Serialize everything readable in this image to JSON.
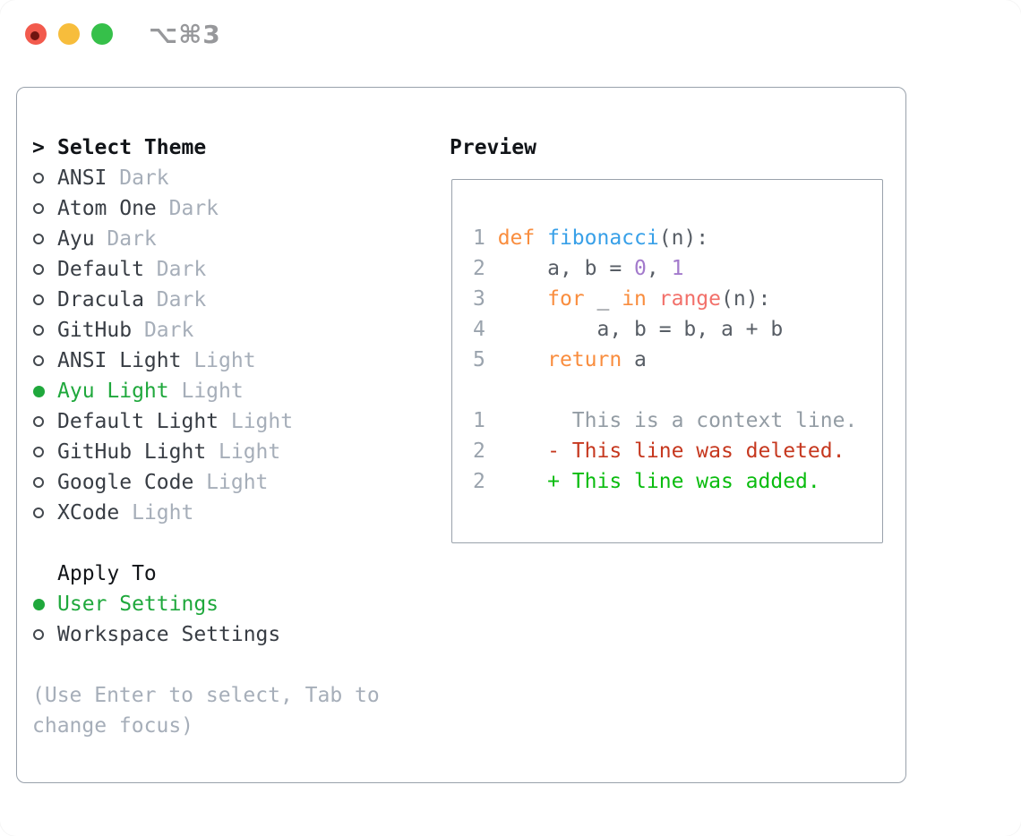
{
  "window": {
    "title": "⌥⌘3"
  },
  "theme_panel": {
    "header_marker": ">",
    "header": "Select Theme",
    "items": [
      {
        "label": "ANSI",
        "tag": "Dark",
        "selected": false
      },
      {
        "label": "Atom One",
        "tag": "Dark",
        "selected": false
      },
      {
        "label": "Ayu",
        "tag": "Dark",
        "selected": false
      },
      {
        "label": "Default",
        "tag": "Dark",
        "selected": false
      },
      {
        "label": "Dracula",
        "tag": "Dark",
        "selected": false
      },
      {
        "label": "GitHub",
        "tag": "Dark",
        "selected": false
      },
      {
        "label": "ANSI Light",
        "tag": "Light",
        "selected": false
      },
      {
        "label": "Ayu Light",
        "tag": "Light",
        "selected": true
      },
      {
        "label": "Default Light",
        "tag": "Light",
        "selected": false
      },
      {
        "label": "GitHub Light",
        "tag": "Light",
        "selected": false
      },
      {
        "label": "Google Code",
        "tag": "Light",
        "selected": false
      },
      {
        "label": "XCode",
        "tag": "Light",
        "selected": false
      }
    ],
    "apply_header": "Apply To",
    "apply_items": [
      {
        "label": "User Settings",
        "selected": true
      },
      {
        "label": "Workspace Settings",
        "selected": false
      }
    ],
    "help_lines": [
      "(Use Enter to select, Tab to",
      "change focus)"
    ]
  },
  "preview_panel": {
    "header": "Preview",
    "code_lines": [
      {
        "num": "1",
        "tokens": [
          {
            "t": "def ",
            "c": "keyword"
          },
          {
            "t": "fibonacci",
            "c": "function"
          },
          {
            "t": "(n):",
            "c": "plain"
          }
        ]
      },
      {
        "num": "2",
        "tokens": [
          {
            "t": "    a, b = ",
            "c": "plain"
          },
          {
            "t": "0",
            "c": "number"
          },
          {
            "t": ", ",
            "c": "plain"
          },
          {
            "t": "1",
            "c": "number"
          }
        ]
      },
      {
        "num": "3",
        "tokens": [
          {
            "t": "    ",
            "c": "plain"
          },
          {
            "t": "for",
            "c": "keyword"
          },
          {
            "t": " _ ",
            "c": "plain"
          },
          {
            "t": "in",
            "c": "keyword"
          },
          {
            "t": " ",
            "c": "plain"
          },
          {
            "t": "range",
            "c": "call"
          },
          {
            "t": "(n):",
            "c": "plain"
          }
        ]
      },
      {
        "num": "4",
        "tokens": [
          {
            "t": "        a, b = b, a + b",
            "c": "plain"
          }
        ]
      },
      {
        "num": "5",
        "tokens": [
          {
            "t": "    ",
            "c": "plain"
          },
          {
            "t": "return",
            "c": "keyword"
          },
          {
            "t": " a",
            "c": "plain"
          }
        ]
      }
    ],
    "diff_lines": [
      {
        "num": "1",
        "tokens": [
          {
            "t": "      This is a context line.",
            "c": "context"
          }
        ]
      },
      {
        "num": "2",
        "tokens": [
          {
            "t": "    - This line was deleted.",
            "c": "removed"
          }
        ]
      },
      {
        "num": "2",
        "tokens": [
          {
            "t": "    + This line was added.",
            "c": "added"
          }
        ]
      }
    ]
  },
  "colors": {
    "header_text": "#111418",
    "item_text": "#383d44",
    "muted": "#a6aeb9",
    "selected_green": "#1fa83c",
    "marker_outline": "#43484e",
    "box_border": "#99a1ab",
    "title_text": "#97989b",
    "tl_red": "#f25a4d",
    "tl_red_core": "#701510",
    "tl_yellow": "#f7bd3c",
    "tl_green": "#36c04a",
    "line_number": "#9aa3ad",
    "plain_code": "#575d65",
    "keyword_orange": "#f98d3e",
    "function_blue": "#38a0e8",
    "number_purple": "#a37acc",
    "call_coral": "#f2706a",
    "context_gray": "#939ca4",
    "diff_red": "#c6381f",
    "diff_green": "#0abc0f"
  }
}
